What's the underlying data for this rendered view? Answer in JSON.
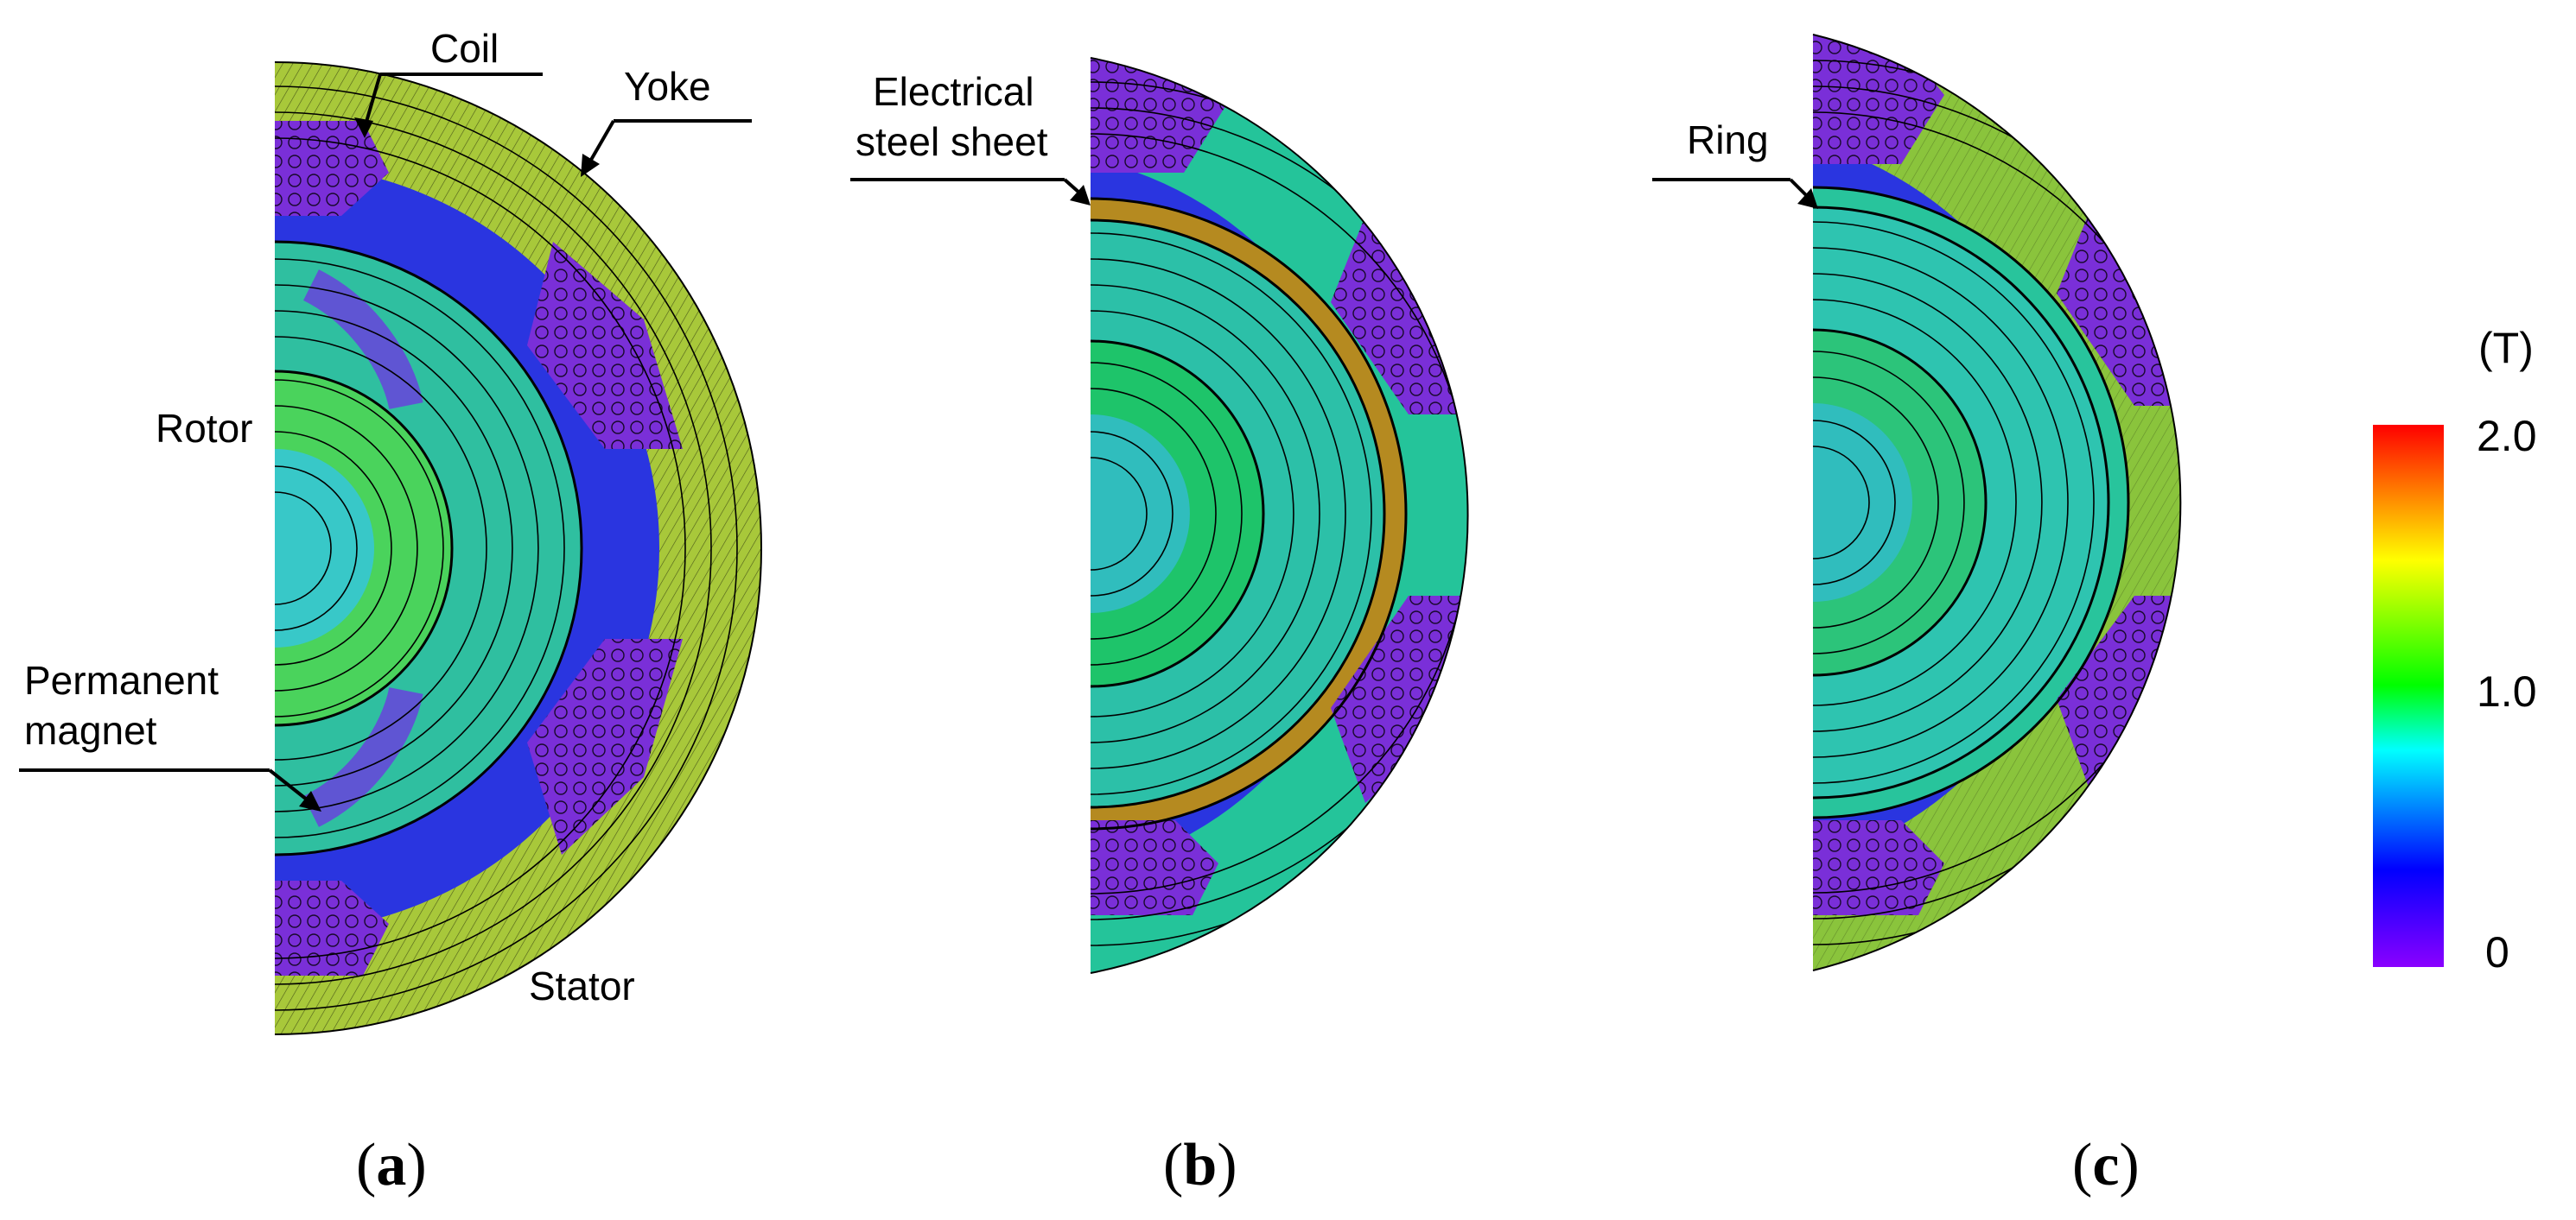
{
  "figure": {
    "panels": [
      {
        "id": "a",
        "caption": "a",
        "labels": {
          "coil": "Coil",
          "yoke": "Yoke",
          "rotor": "Rotor",
          "permanent_magnet_1": "Permanent",
          "permanent_magnet_2": "magnet",
          "stator": "Stator"
        }
      },
      {
        "id": "b",
        "caption": "b",
        "labels": {
          "electrical_steel_1": "Electrical",
          "electrical_steel_2": "steel sheet"
        }
      },
      {
        "id": "c",
        "caption": "c",
        "labels": {
          "ring": "Ring"
        }
      }
    ],
    "colorbar": {
      "unit": "(T)",
      "ticks": [
        "2.0",
        "1.0",
        "0"
      ],
      "stops": [
        "#8a00ff",
        "#0000ff",
        "#00ffff",
        "#00ff00",
        "#ffff00",
        "#ff0000"
      ],
      "min": 0,
      "max": 2.0
    },
    "panel_colors": {
      "a": {
        "stator": "#2fbf86",
        "yoke": "#a8c83a",
        "rotor": "#3ad890",
        "coil": "#7a2fd8"
      },
      "b": {
        "stator": "#24c49a",
        "yoke": "#20c078",
        "rotor": "#1ec46a",
        "coil": "#7a2fd8",
        "steel": "#b58a20"
      },
      "c": {
        "stator": "#28c49c",
        "yoke": "#8ac43c",
        "rotor": "#2cc47a",
        "coil": "#7a2fd8"
      }
    }
  }
}
